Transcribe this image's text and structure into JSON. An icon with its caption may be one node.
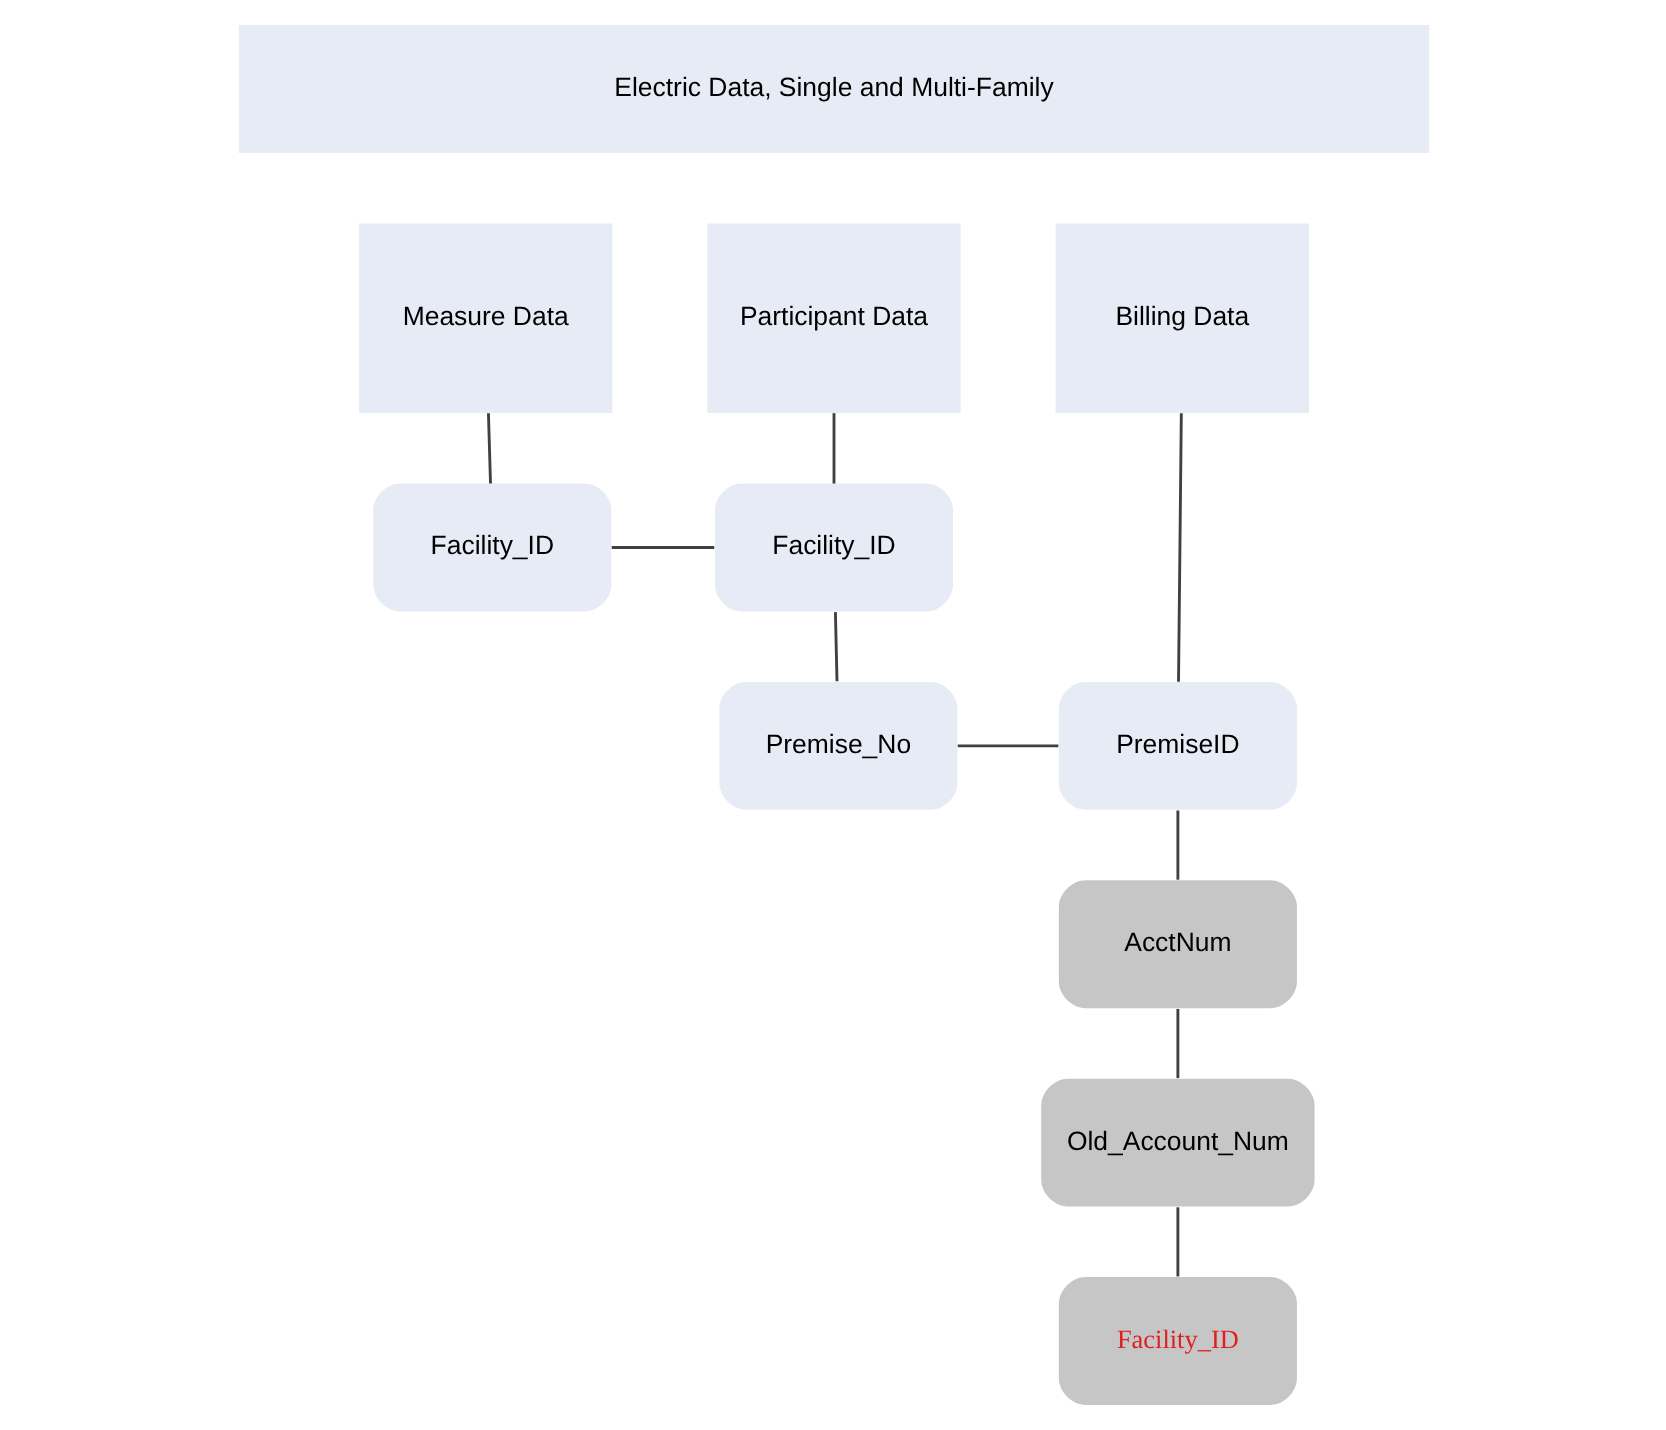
{
  "diagram": {
    "nodes": [
      {
        "text": [
          "Electric Data, Single and Multi-Family"
        ]
      },
      {
        "text": [
          "Measure Data"
        ]
      },
      {
        "text": [
          "Participant Data"
        ]
      },
      {
        "text": [
          "Billing Data"
        ]
      },
      {
        "text": [
          "Facility_ID"
        ]
      },
      {
        "text": [
          "Facility_ID"
        ]
      },
      {
        "text": [
          "PremiseID"
        ]
      },
      {
        "text": [
          "Premise_No"
        ]
      },
      {
        "text": [
          "AcctNum"
        ]
      },
      {
        "text": [
          "Old_Account_Num"
        ]
      },
      {
        "text": [
          "Facility_ID"
        ]
      }
    ],
    "edges": [
      {
        "from": 1,
        "to": 4,
        "arrow": "none"
      },
      {
        "from": 4,
        "to": 5,
        "arrow": "none"
      },
      {
        "from": 2,
        "to": 5,
        "arrow": "none"
      },
      {
        "from": 5,
        "to": 7,
        "arrow": "none"
      },
      {
        "from": 7,
        "to": 6,
        "arrow": "none"
      },
      {
        "from": 3,
        "to": 6,
        "arrow": "none"
      },
      {
        "from": 6,
        "to": 8,
        "arrow": "none"
      },
      {
        "from": 8,
        "to": 9,
        "arrow": "none"
      },
      {
        "from": 9,
        "to": 10,
        "arrow": "none"
      }
    ]
  }
}
